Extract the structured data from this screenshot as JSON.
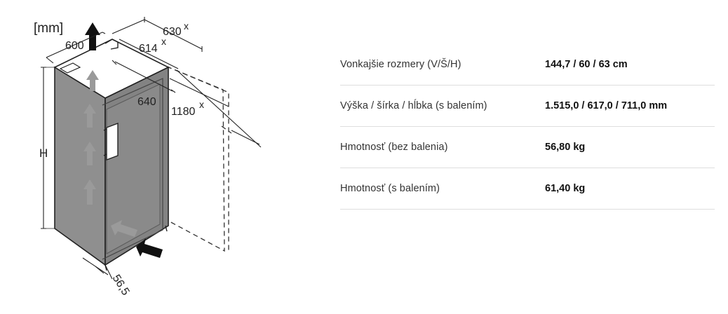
{
  "drawing": {
    "unit_label": "[mm]",
    "dimensions": {
      "depth": "600",
      "width_x": "630",
      "width_inner_x": "614",
      "depth_open": "640",
      "depth_door_open_x": "1180",
      "height": "H",
      "offset": "56,5"
    },
    "x_marker": "x"
  },
  "specs": [
    {
      "label": "Vonkajšie rozmery (V/Š/H)",
      "value": "144,7 / 60 / 63 cm"
    },
    {
      "label": "Výška / šírka / hĺbka (s balením)",
      "value": "1.515,0 / 617,0 / 711,0 mm"
    },
    {
      "label": "Hmotnosť (bez balenia)",
      "value": "56,80 kg"
    },
    {
      "label": "Hmotnosť (s balením)",
      "value": "61,40 kg"
    }
  ],
  "colors": {
    "line": "#222222",
    "arrow_gray": "#9a9a9a",
    "divider": "#dedede"
  }
}
